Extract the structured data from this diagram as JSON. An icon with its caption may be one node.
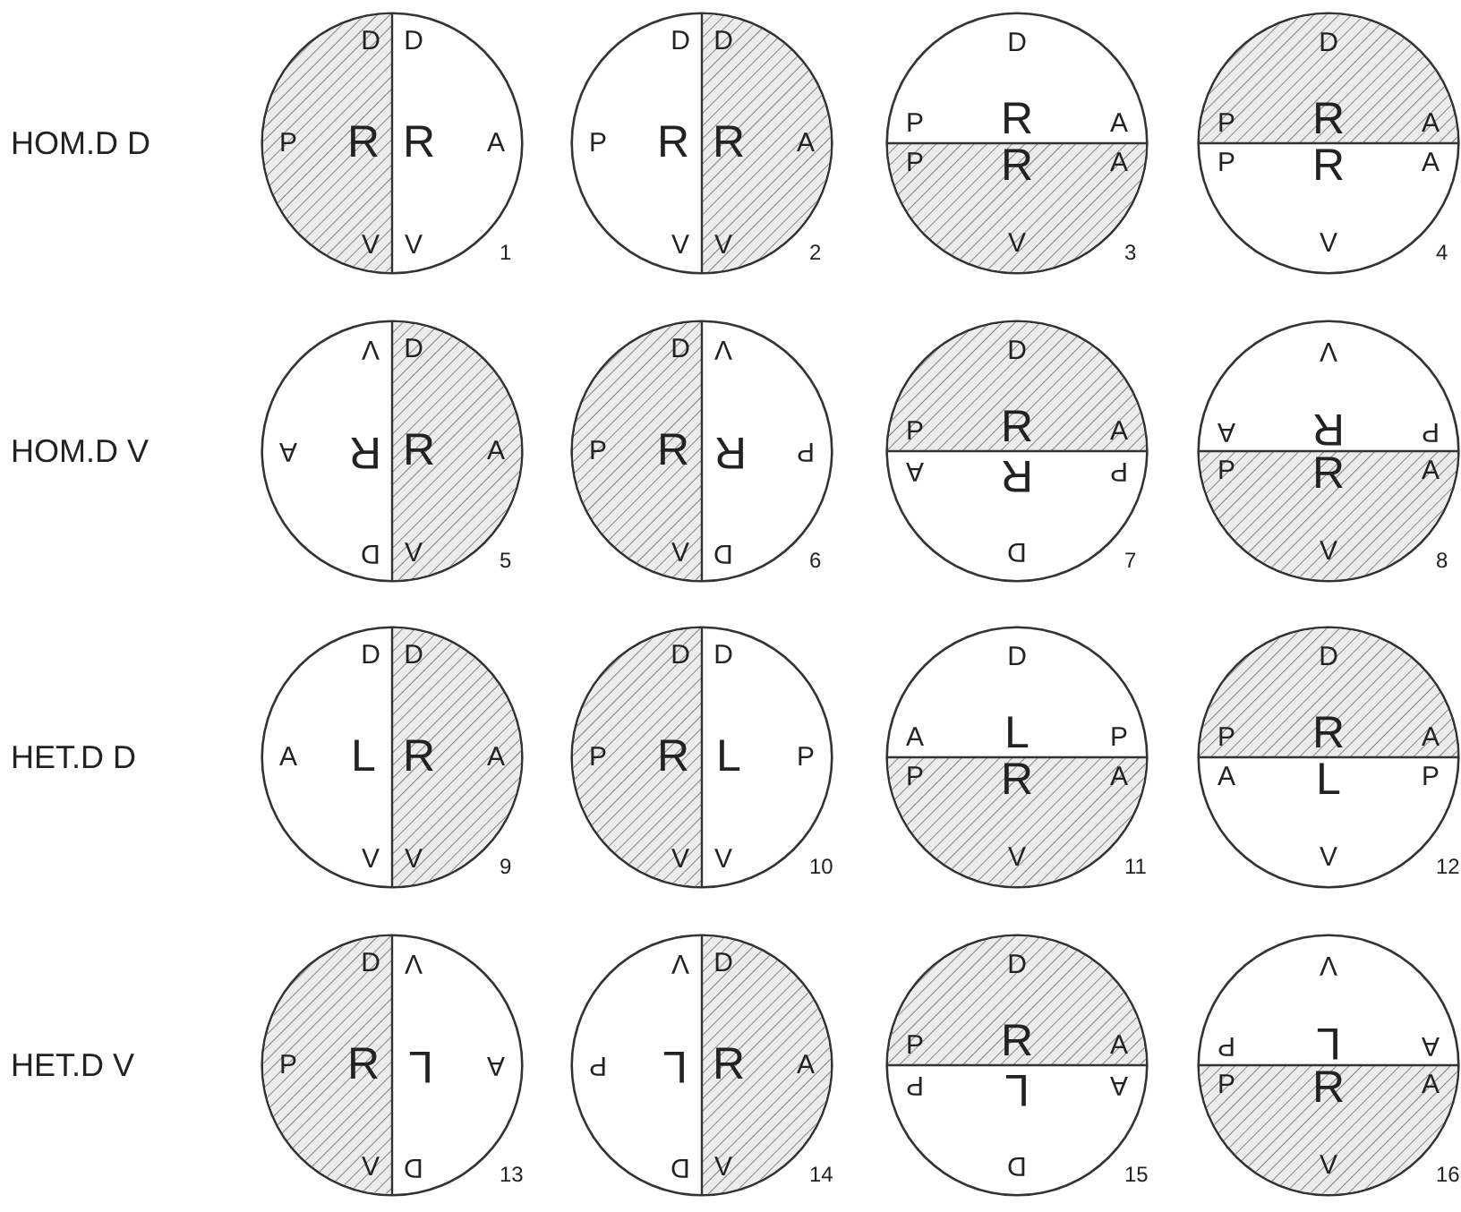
{
  "diagram": {
    "nodes": [
      {
        "text": [],
        "shape": "circle",
        "beside": [
          "1"
        ]
      },
      {
        "text": [
          "D",
          "P",
          "R",
          "V"
        ],
        "in": 0
      },
      {
        "text": [
          "D",
          "R",
          "A",
          "V"
        ],
        "in": 0
      },
      {
        "text": [],
        "shape": "circle",
        "beside": [
          "2"
        ]
      },
      {
        "text": [
          "D",
          "P",
          "R",
          "V"
        ],
        "in": 3
      },
      {
        "text": [
          "D",
          "R",
          "A",
          "V"
        ],
        "in": 3
      },
      {
        "text": [],
        "shape": "circle",
        "beside": [
          "3"
        ]
      },
      {
        "text": [
          "D",
          "P",
          "R",
          "A"
        ],
        "in": 6
      },
      {
        "text": [
          "P",
          "R",
          "A",
          "V"
        ],
        "in": 6
      },
      {
        "text": [],
        "shape": "circle",
        "beside": [
          "4"
        ]
      },
      {
        "text": [
          "D",
          "P",
          "R",
          "A"
        ],
        "in": 9
      },
      {
        "text": [
          "P",
          "R",
          "A",
          "V"
        ],
        "in": 9
      },
      {
        "text": [],
        "shape": "circle",
        "beside": [
          "5"
        ]
      },
      {
        "text": [
          "D",
          "R",
          "A",
          "V"
        ],
        "in": 12
      },
      {
        "text": [
          "D",
          "R",
          "A",
          "V"
        ],
        "in": 12
      },
      {
        "text": [],
        "shape": "circle",
        "beside": [
          "6"
        ]
      },
      {
        "text": [
          "D",
          "P",
          "R",
          "V"
        ],
        "in": 15
      },
      {
        "text": [
          "D",
          "P",
          "R",
          "V"
        ],
        "in": 15
      },
      {
        "text": [],
        "shape": "circle",
        "beside": [
          "7"
        ]
      },
      {
        "text": [
          "D",
          "P",
          "R",
          "A"
        ],
        "in": 18
      },
      {
        "text": [
          "D",
          "P",
          "R",
          "A"
        ],
        "in": 18
      },
      {
        "text": [],
        "shape": "circle",
        "beside": [
          "8"
        ]
      },
      {
        "text": [
          "P",
          "R",
          "A",
          "V"
        ],
        "in": 21
      },
      {
        "text": [
          "P",
          "R",
          "A",
          "V"
        ],
        "in": 21
      },
      {
        "text": [],
        "shape": "circle",
        "beside": [
          "9"
        ]
      },
      {
        "text": [
          "D",
          "A",
          "L",
          "V"
        ],
        "in": 24
      },
      {
        "text": [
          "D",
          "R",
          "A",
          "V"
        ],
        "in": 24
      },
      {
        "text": [],
        "shape": "circle",
        "beside": [
          "10"
        ]
      },
      {
        "text": [
          "D",
          "P",
          "R",
          "V"
        ],
        "in": 27
      },
      {
        "text": [
          "D",
          "L",
          "P",
          "V"
        ],
        "in": 27
      },
      {
        "text": [],
        "shape": "circle",
        "beside": [
          "11"
        ]
      },
      {
        "text": [
          "D",
          "A",
          "L",
          "P"
        ],
        "in": 30
      },
      {
        "text": [
          "P",
          "R",
          "A",
          "V"
        ],
        "in": 30
      },
      {
        "text": [],
        "shape": "circle",
        "beside": [
          "12"
        ]
      },
      {
        "text": [
          "D",
          "P",
          "R",
          "A"
        ],
        "in": 33
      },
      {
        "text": [
          "A",
          "L",
          "P",
          "V"
        ],
        "in": 33
      },
      {
        "text": [],
        "shape": "circle",
        "beside": [
          "13"
        ]
      },
      {
        "text": [
          "D",
          "P",
          "R",
          "V"
        ],
        "in": 36
      },
      {
        "text": [
          "D",
          "A",
          "L",
          "V"
        ],
        "in": 36
      },
      {
        "text": [],
        "shape": "circle",
        "beside": [
          "14"
        ]
      },
      {
        "text": [
          "D",
          "L",
          "P",
          "V"
        ],
        "in": 39
      },
      {
        "text": [
          "D",
          "R",
          "A",
          "V"
        ],
        "in": 39
      },
      {
        "text": [],
        "shape": "circle",
        "beside": [
          "15"
        ]
      },
      {
        "text": [
          "D",
          "P",
          "R",
          "A"
        ],
        "in": 42
      },
      {
        "text": [
          "D",
          "A",
          "L",
          "P"
        ],
        "in": 42
      },
      {
        "text": [],
        "shape": "circle",
        "beside": [
          "16"
        ]
      },
      {
        "text": [
          "A",
          "L",
          "P",
          "V"
        ],
        "in": 45
      },
      {
        "text": [
          "P",
          "R",
          "A",
          "V"
        ],
        "in": 45
      }
    ],
    "labels": [
      "HOM.D D",
      "HOM.D V",
      "HET.D D",
      "HET.D V"
    ]
  }
}
